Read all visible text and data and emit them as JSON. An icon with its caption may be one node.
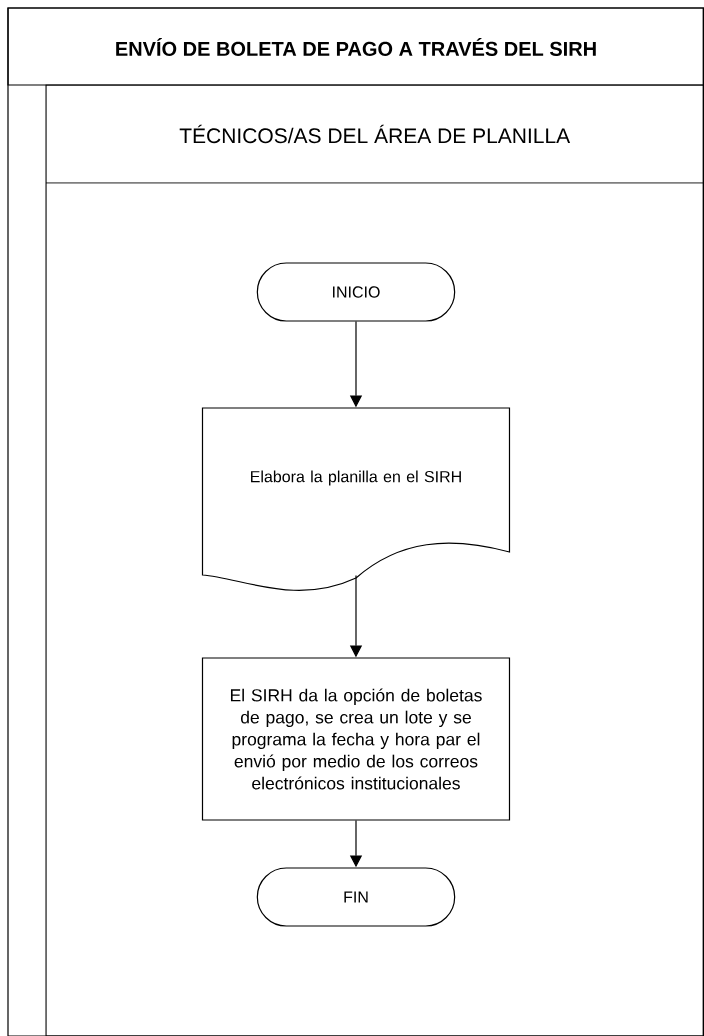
{
  "diagram": {
    "title": "ENVÍO DE BOLETA DE PAGO A TRAVÉS DEL SIRH",
    "nodes": [
      {
        "text": [
          "TÉCNICOS/AS DEL ÁREA DE PLANILLA"
        ]
      },
      {
        "text": [
          "INICIO"
        ],
        "in": 0
      },
      {
        "text": [
          "Elabora la planilla en el SIRH"
        ],
        "in": 0
      },
      {
        "text": [
          "El SIRH da la opción de boletas de pago, se crea un lote y se programa la fecha y hora par el envió por medio de los correos electrónicos institucionales"
        ],
        "in": 0
      },
      {
        "text": [
          "FIN"
        ],
        "in": 0
      }
    ],
    "edges": [
      {
        "from": 1,
        "to": 2,
        "arrow": "to"
      },
      {
        "from": 2,
        "to": 3,
        "arrow": "to"
      },
      {
        "from": 3,
        "to": 4,
        "arrow": "to"
      }
    ]
  }
}
